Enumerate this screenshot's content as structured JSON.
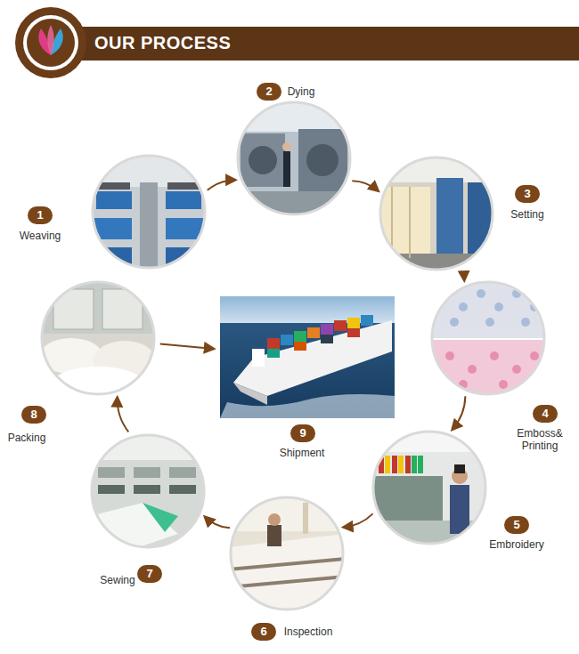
{
  "diagram": {
    "title": "OUR PROCESS",
    "nodes": [
      {
        "text": [
          "1",
          "Weaving"
        ]
      },
      {
        "text": [
          "2",
          "Dying"
        ]
      },
      {
        "text": [
          "3",
          "Setting"
        ]
      },
      {
        "text": [
          "4",
          "Emboss& Printing"
        ]
      },
      {
        "text": [
          "5",
          "Embroidery"
        ]
      },
      {
        "text": [
          "6",
          "Inspection"
        ]
      },
      {
        "text": [
          "7",
          "Sewing"
        ]
      },
      {
        "text": [
          "8",
          "Packing"
        ]
      },
      {
        "text": [
          "9",
          "Shipment"
        ]
      }
    ],
    "edges": [
      {
        "from": 0,
        "to": 1,
        "arrow": "to"
      },
      {
        "from": 1,
        "to": 2,
        "arrow": "to"
      },
      {
        "from": 2,
        "to": 3,
        "arrow": "to"
      },
      {
        "from": 3,
        "to": 4,
        "arrow": "to"
      },
      {
        "from": 4,
        "to": 5,
        "arrow": "to"
      },
      {
        "from": 5,
        "to": 6,
        "arrow": "to"
      },
      {
        "from": 6,
        "to": 7,
        "arrow": "to"
      },
      {
        "from": 7,
        "to": 8,
        "arrow": "to"
      }
    ]
  }
}
